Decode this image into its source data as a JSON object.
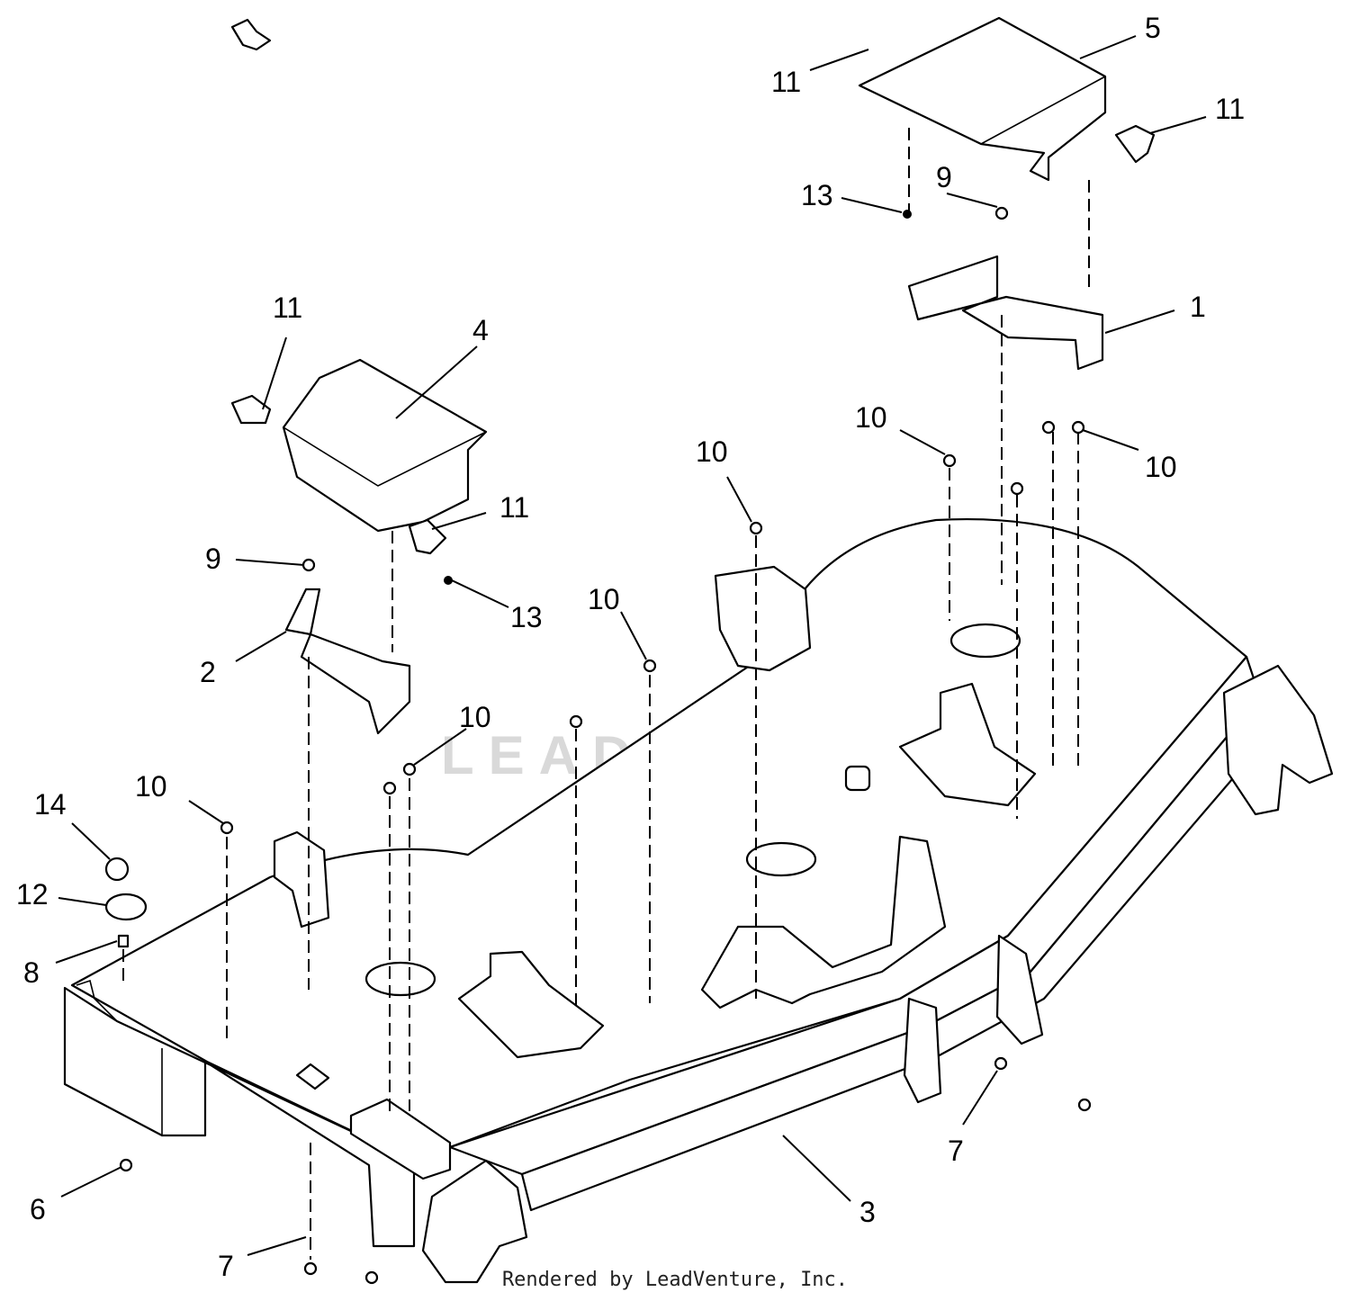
{
  "watermark": "LEADVENTURE",
  "credit": "Rendered by LeadVenture, Inc.",
  "callouts": {
    "c1": "1",
    "c2": "2",
    "c3": "3",
    "c4": "4",
    "c5": "5",
    "c6": "6",
    "c7a": "7",
    "c7b": "7",
    "c8": "8",
    "c9a": "9",
    "c9b": "9",
    "c10a": "10",
    "c10b": "10",
    "c10c": "10",
    "c10d": "10",
    "c10e": "10",
    "c10f": "10",
    "c11a": "11",
    "c11b": "11",
    "c11c": "11",
    "c11d": "11",
    "c12": "12",
    "c13a": "13",
    "c13b": "13",
    "c14": "14"
  }
}
